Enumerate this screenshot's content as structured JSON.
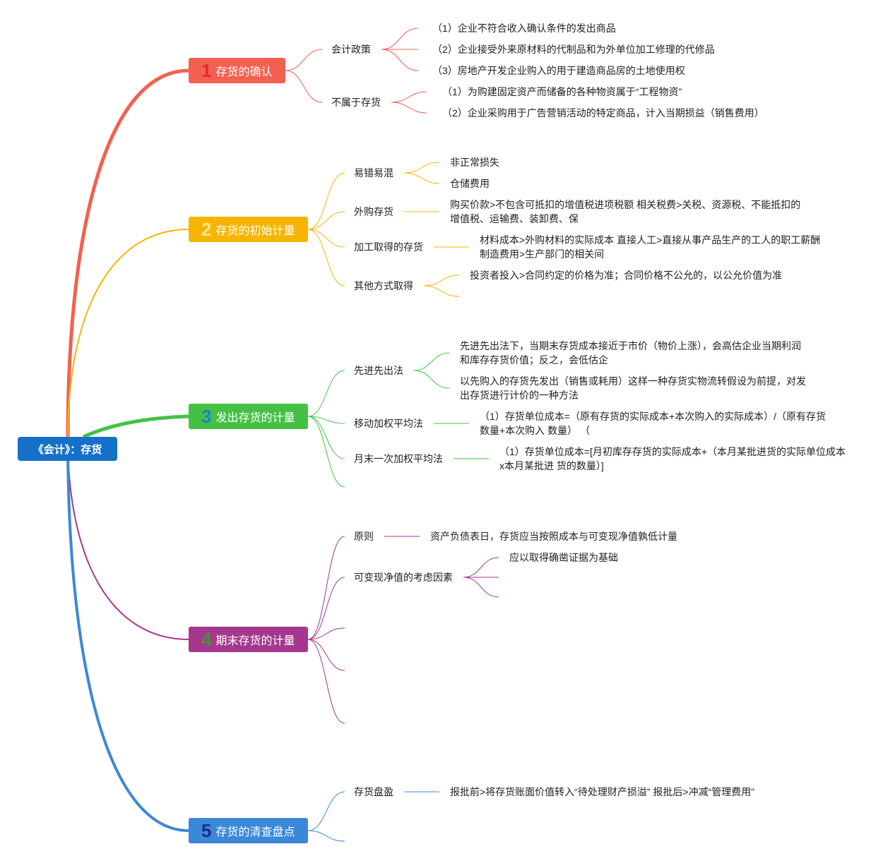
{
  "root": {
    "label": "《会计》：存货",
    "color": "#1570c9"
  },
  "branches": [
    {
      "number": "1",
      "label": "存货的确认",
      "color": "#f4604f",
      "numColor": "#e8262c",
      "children": [
        {
          "label": "会计政策",
          "items": [
            "（1）企业不符合收入确认条件的发出商品",
            "（2）企业接受外来原材料的代制品和为外单位加工修理的代修品",
            "（3）房地产开发企业购入的用于建造商品房的土地使用权"
          ]
        },
        {
          "label": "不属于存货",
          "items": [
            "（1）为购建固定资产而储备的各种物资属于“工程物资”",
            "（2）企业采购用于广告营销活动的特定商品，计入当期损益（销售费用）"
          ]
        }
      ]
    },
    {
      "number": "2",
      "label": "存货的初始计量",
      "color": "#f7b501",
      "numColor": "#fde68a",
      "children": [
        {
          "label": "易错易混",
          "items": [
            "非正常损失",
            "仓储费用"
          ]
        },
        {
          "label": "外购存货",
          "items": [
            "购买价款>不包含可抵扣的增值税进项税额 相关税费>关税、资源税、不能抵扣的增值税、运输费、装卸费、保"
          ]
        },
        {
          "label": "加工取得的存货",
          "items": [
            "材料成本>外购材料的实际成本 直接人工>直接从事产品生产的工人的职工薪酬 制造费用>生产部门的相关间"
          ]
        },
        {
          "label": "其他方式取得",
          "items": [
            "投资者投入>合同约定的价格为准；合同价格不公允的，以公允价值为准"
          ]
        }
      ]
    },
    {
      "number": "3",
      "label": "发出存货的计量",
      "color": "#44c144",
      "numColor": "#1b7fd8",
      "children": [
        {
          "label": "先进先出法",
          "items": [
            "先进先出法下，当期末存货成本接近于市价（物价上涨），会高估企业当期利润和库存存货价值；反之，会低估企",
            "以先购入的存货先发出（销售或耗用）这样一种存货实物流转假设为前提，对发出存货进行计价的一种方法"
          ]
        },
        {
          "label": "移动加权平均法",
          "items": [
            "（1）存货单位成本=（原有存货的实际成本+本次购入的实际成本）/（原有存货数量+本次购入 数量） （"
          ]
        },
        {
          "label": "月末一次加权平均法",
          "items": [
            "（1）存货单位成本=[月初库存存货的实际成本+（本月某批进货的实际单位成本x本月某批进 货的数量）]"
          ]
        }
      ]
    },
    {
      "number": "4",
      "label": "期末存货的计量",
      "color": "#a5378e",
      "numColor": "#3b9a2e",
      "children": [
        {
          "label": "原则",
          "items": [
            "资产负债表日，存货应当按照成本与可变现净值孰低计量"
          ]
        },
        {
          "label": "可变现净值的考虑因素",
          "items": [
            "应以取得确凿证据为基础"
          ]
        }
      ]
    },
    {
      "number": "5",
      "label": "存货的清查盘点",
      "color": "#3b88d8",
      "numColor": "#1a2f8a",
      "children": [
        {
          "label": "存货盘盈",
          "items": [
            "报批前>将存货账面价值转入“待处理财产损溢” 报批后>冲减“管理费用”"
          ]
        }
      ]
    }
  ]
}
